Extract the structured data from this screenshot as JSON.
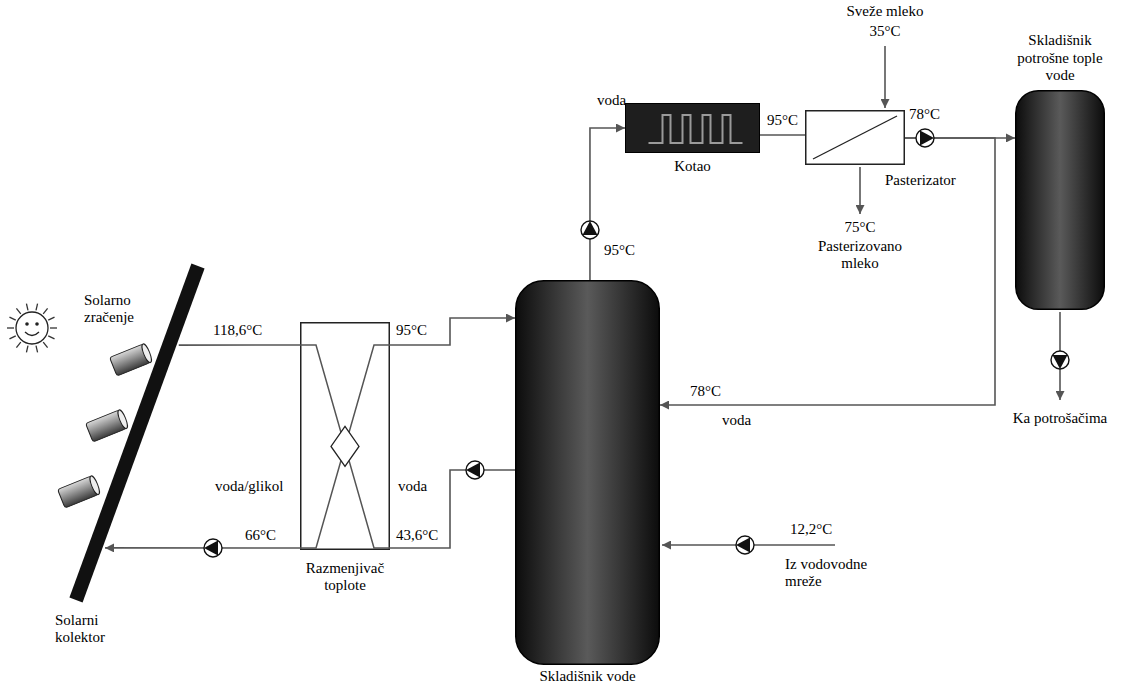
{
  "diagram": {
    "nodes": [
      {
        "text": [
          "Solarni kolektor"
        ]
      },
      {
        "text": [
          "Razmenjivač toplote"
        ]
      },
      {
        "text": [
          "Skladišnik vode"
        ]
      },
      {
        "text": [
          "Kotao"
        ]
      },
      {
        "text": [
          "Pasterizator"
        ]
      },
      {
        "text": [
          "Skladišnik potrošne tople vode"
        ]
      }
    ],
    "edges": [
      {
        "from": 0,
        "to": 1,
        "label": "118,6°C",
        "arrow": "none"
      },
      {
        "from": 1,
        "to": 0,
        "label": "66°C",
        "arrow": "to"
      },
      {
        "from": 1,
        "to": 2,
        "label": "95°C",
        "arrow": "to"
      },
      {
        "from": 2,
        "to": 1,
        "label": "43,6°C",
        "arrow": "none"
      },
      {
        "from": 2,
        "to": 3,
        "label": "95°C",
        "arrow": "to"
      },
      {
        "from": 3,
        "to": 4,
        "label": "95°C",
        "arrow": "none"
      },
      {
        "from": 4,
        "to": 5,
        "label": "78°C",
        "arrow": "to"
      },
      {
        "from": 4,
        "to": 2,
        "label": "78°C",
        "arrow": "to"
      }
    ],
    "labels": [
      "Solarno zračenje",
      "voda/glikol",
      "voda",
      "voda",
      "Sveže mleko",
      "35°C",
      "75°C",
      "Pasterizovano mleko",
      "voda",
      "12,2°C",
      "Iz vodovodne mreže",
      "Ka potrošačima"
    ]
  }
}
